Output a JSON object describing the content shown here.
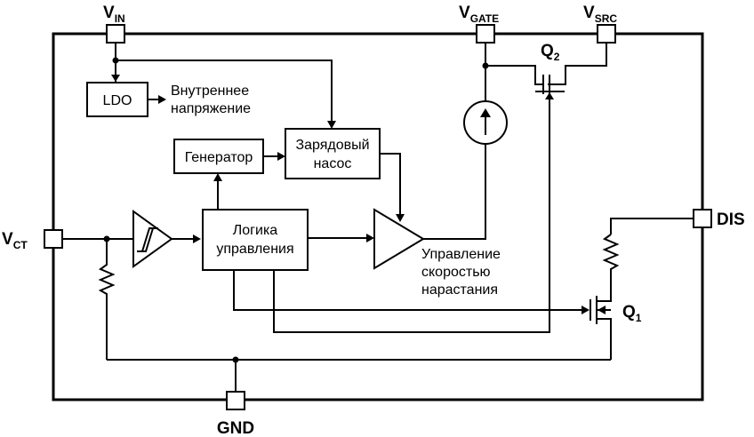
{
  "pins": {
    "vin": {
      "main": "V",
      "sub": "IN"
    },
    "vgate": {
      "main": "V",
      "sub": "GATE"
    },
    "vsrc": {
      "main": "V",
      "sub": "SRC"
    },
    "vct": {
      "main": "V",
      "sub": "CT"
    },
    "dis": "DIS",
    "gnd": "GND"
  },
  "blocks": {
    "ldo": "LDO",
    "generator": "Генератор",
    "charge_pump": [
      "Зарядовый",
      "насос"
    ],
    "control_logic": [
      "Логика",
      "управления"
    ]
  },
  "labels": {
    "internal_voltage": [
      "Внутреннее",
      "напряжение"
    ],
    "slew_rate_control": [
      "Управление",
      "скоростью",
      "нарастания"
    ]
  },
  "transistors": {
    "q1": {
      "main": "Q",
      "sub": "1"
    },
    "q2": {
      "main": "Q",
      "sub": "2"
    }
  }
}
